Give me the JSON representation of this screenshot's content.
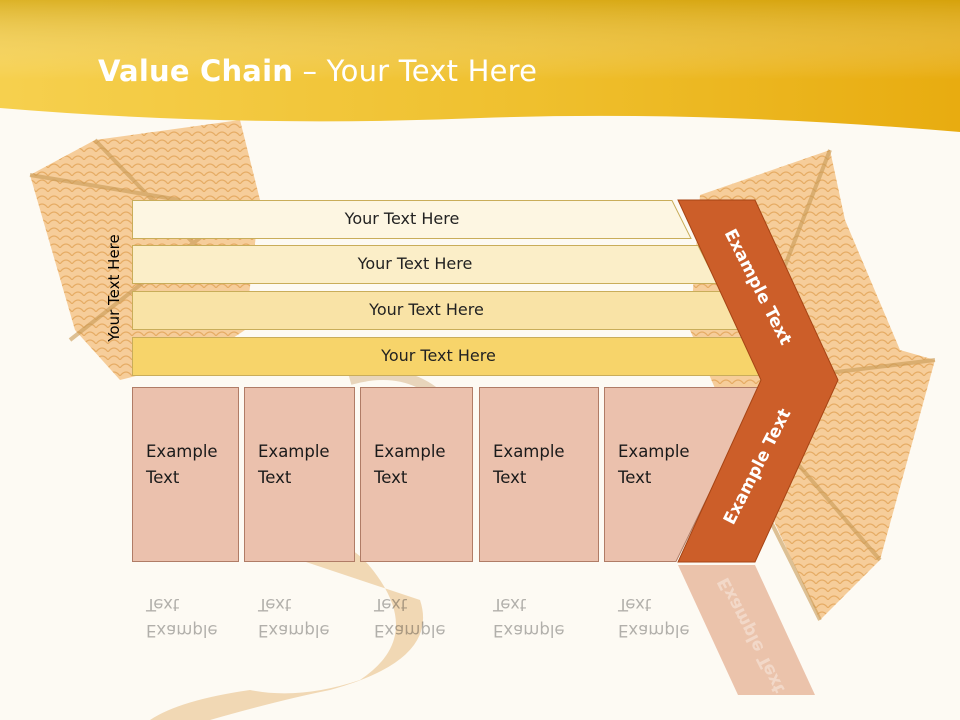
{
  "title": {
    "bold": "Value Chain",
    "rest": " – Your Text Here"
  },
  "support_axis_label": "Your Text Here",
  "support_rows": [
    "Your Text Here",
    "Your Text Here",
    "Your Text Here",
    "Your Text Here"
  ],
  "primary_activities": [
    "Example Text",
    "Example Text",
    "Example Text",
    "Example Text",
    "Example Text"
  ],
  "margin_labels": {
    "upper": "Example Text",
    "lower": "Example Text"
  },
  "colors": {
    "header_gold": "#e8ac10",
    "header_light": "#f6d772",
    "row_fills": [
      "#fdf6e2",
      "#fbeec8",
      "#f9e3a6",
      "#f7d46a"
    ],
    "row_border": "#c9ad5a",
    "activity_fill": "#ebc1ad",
    "activity_border": "#b07c66",
    "margin_chevron": "#cc5e29"
  }
}
